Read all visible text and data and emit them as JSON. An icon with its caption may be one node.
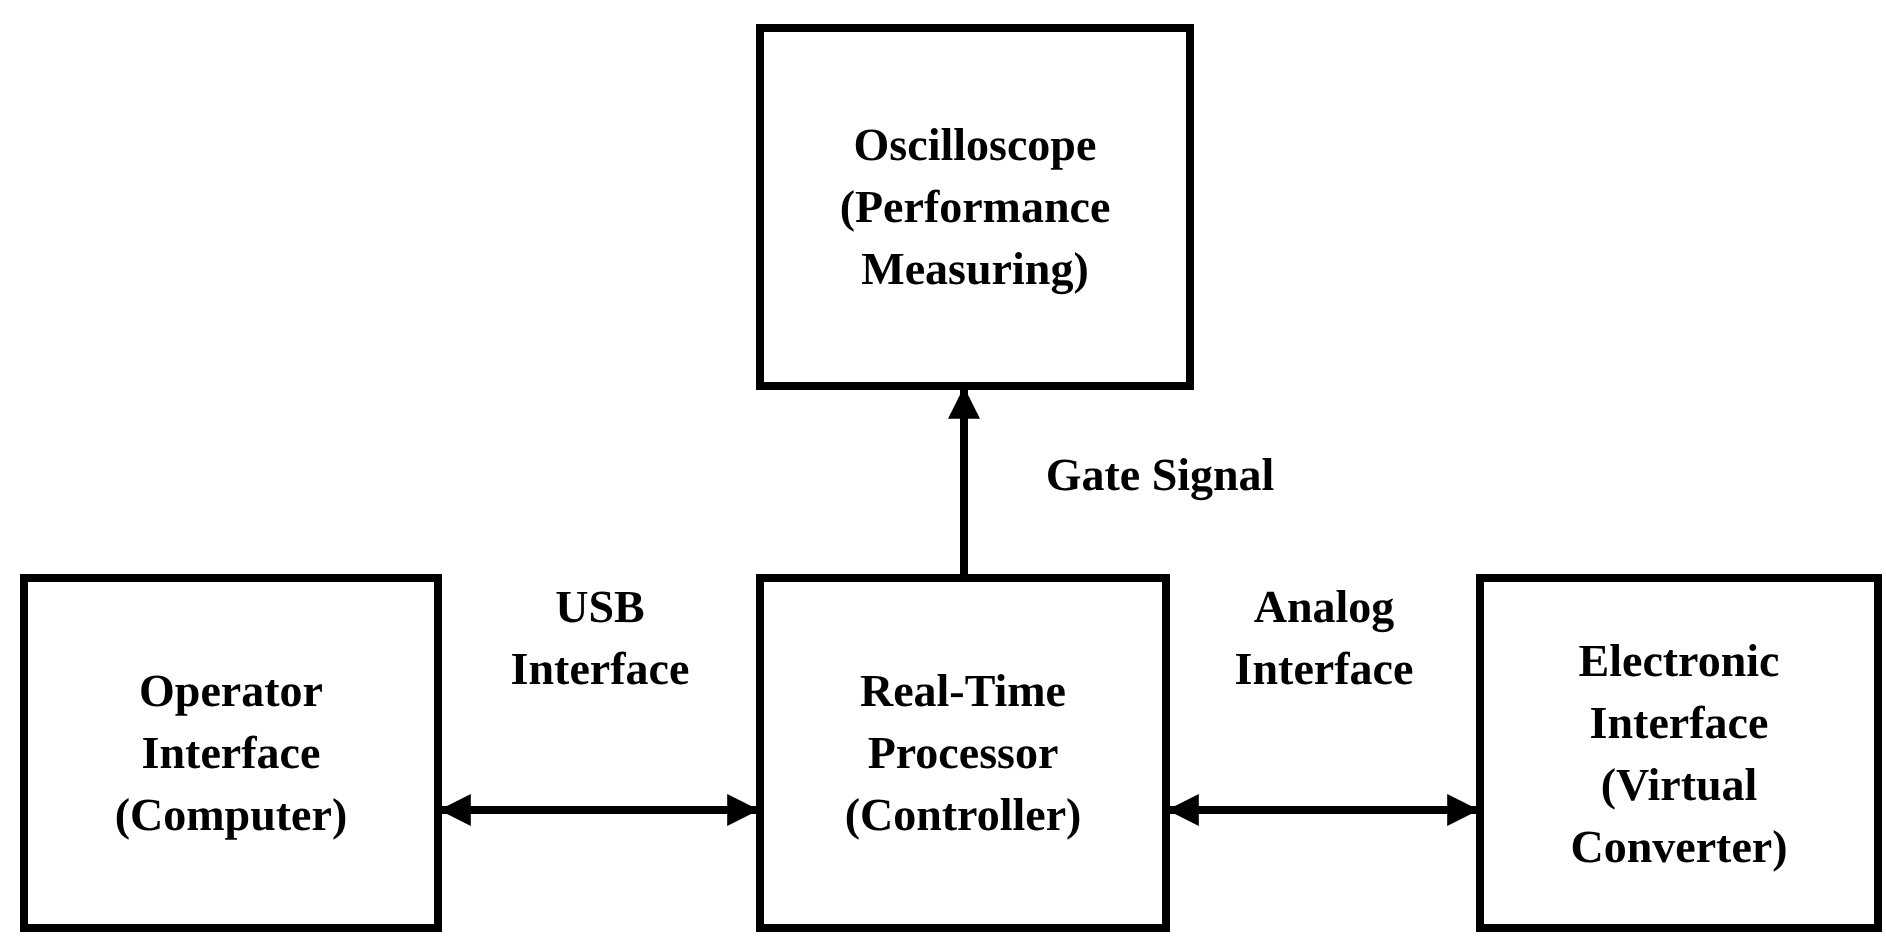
{
  "diagram": {
    "nodes": [
      {
        "text": [
          "Oscilloscope (Performance Measuring)"
        ]
      },
      {
        "text": [
          "Operator Interface (Computer)"
        ]
      },
      {
        "text": [
          "Real-Time Processor (Controller)"
        ]
      },
      {
        "text": [
          "Electronic Interface (Virtual Converter)"
        ]
      }
    ],
    "edges": [
      {
        "from": 1,
        "to": 2,
        "arrow": "both",
        "label": "USB Interface"
      },
      {
        "from": 2,
        "to": 0,
        "arrow": "to",
        "label": "Gate Signal"
      },
      {
        "from": 2,
        "to": 3,
        "arrow": "both",
        "label": "Analog Interface"
      }
    ]
  }
}
